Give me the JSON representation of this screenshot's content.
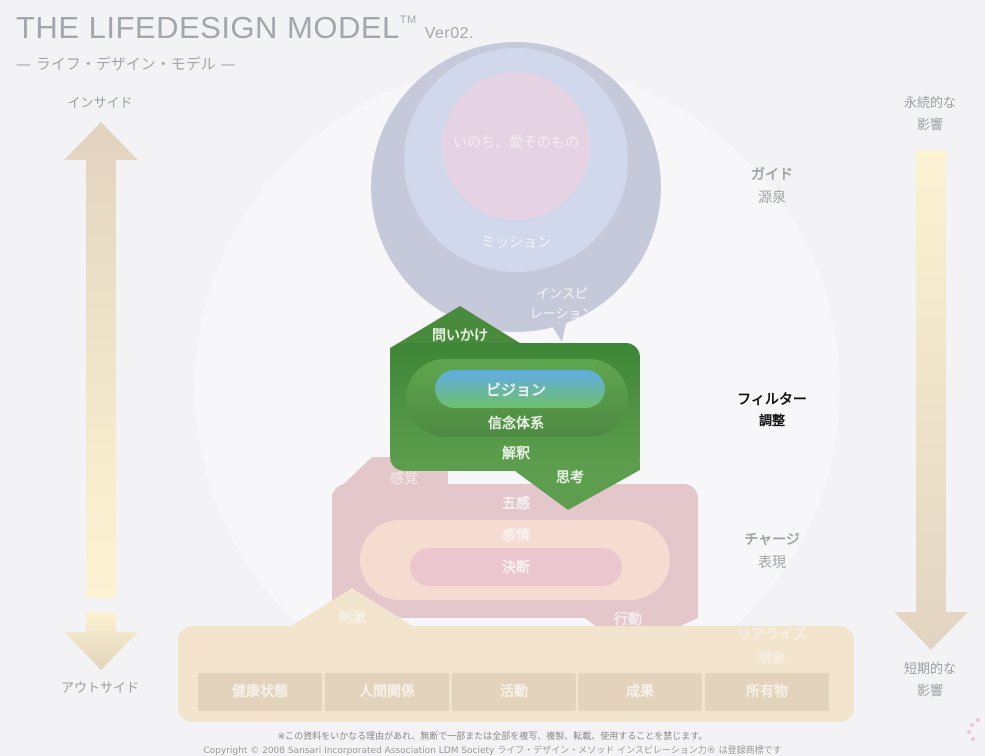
{
  "header": {
    "title": "THE LIFEDESIGN MODEL",
    "tm": "TM",
    "version": "Ver02.",
    "subtitle": "— ライフ・デザイン・モデル —"
  },
  "left_axis": {
    "top_label": "インサイド",
    "bottom_label": "アウトサイド"
  },
  "right_axis": {
    "top_label_line1": "永続的な",
    "top_label_line2": "影響",
    "bottom_label_line1": "短期的な",
    "bottom_label_line2": "影響"
  },
  "guide_circle": {
    "core": "いのち、愛そのもの",
    "mission": "ミッション",
    "inspiration_line1": "インスピ",
    "inspiration_line2": "レーション"
  },
  "filter_block": {
    "question": "問いかけ",
    "vision": "ビジョン",
    "beliefs": "信念体系",
    "interpretation": "解釈",
    "thinking": "思考",
    "sensation": "感覚"
  },
  "charge_block": {
    "five_senses": "五感",
    "emotion": "感情",
    "decision": "決断",
    "stimulus": "刺激",
    "action": "行動"
  },
  "realize_block": {
    "boxes": [
      "健康状態",
      "人間関係",
      "活動",
      "成果",
      "所有物"
    ]
  },
  "levels": {
    "guide_title": "ガイド",
    "guide_sub": "源泉",
    "filter_title": "フィルター",
    "filter_sub": "調整",
    "charge_title": "チャージ",
    "charge_sub": "表現",
    "realize_title": "リアライズ",
    "realize_sub": "現象"
  },
  "footer": {
    "note": "※この資料をいかなる理由があれ、無断で一部または全部を複写、複製、転載、使用することを禁じます。",
    "copyright": "Copyright © 2008 Sansari Incorporated Association LDM Society ライフ・デザイン・メソッド インスピレーション力® は登録商標です"
  },
  "colors": {
    "filter_green": "#4e8f42",
    "vision_blue": "#61abe7",
    "charge_pink": "#e4c7cb",
    "realize_beige": "#f2e4cd",
    "guide_lavender": "#c6c9d9"
  }
}
